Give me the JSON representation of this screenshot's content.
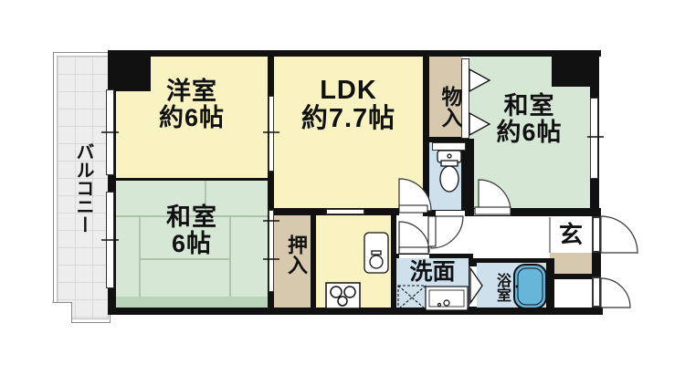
{
  "plan": {
    "type": "apartment-floor-plan",
    "rooms": {
      "balcony": {
        "label": "バルコニー"
      },
      "western_room": {
        "name": "洋室",
        "size": "約6帖"
      },
      "ldk": {
        "name": "LDK",
        "size": "約7.7帖"
      },
      "storage": {
        "label": "物入"
      },
      "japanese_room_upper": {
        "name": "和室",
        "size": "約6帖"
      },
      "japanese_room_lower": {
        "name": "和室",
        "size": "6帖"
      },
      "closet": {
        "label": "押入"
      },
      "washroom": {
        "label": "洗面"
      },
      "bathroom": {
        "label": "浴室"
      },
      "entrance": {
        "label": "玄"
      }
    },
    "colors": {
      "wall": "#111111",
      "room_yellow": "#f9f2c1",
      "room_green": "#d6e7d6",
      "tatami_edge_band": "#b9d4b9",
      "storage_tan": "#d7c9ae",
      "water_blue": "#cde0ec",
      "bathtub_blue": "#66b6da",
      "balcony_gray": "#ededed"
    }
  }
}
